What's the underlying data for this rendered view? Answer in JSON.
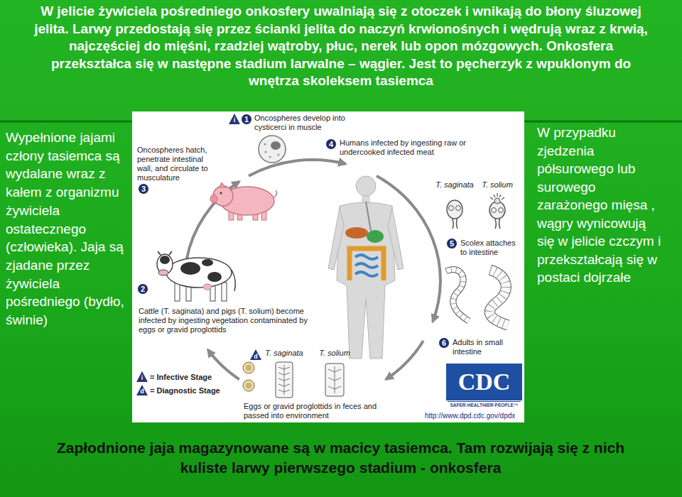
{
  "diagram": {
    "nodes": [
      {
        "text": [
          "1"
        ]
      },
      {
        "text": [
          "2"
        ]
      },
      {
        "text": [
          "3"
        ]
      },
      {
        "text": [
          "4"
        ]
      },
      {
        "text": [
          "5"
        ]
      },
      {
        "text": [
          "6"
        ]
      }
    ],
    "labels": [
      "W jelicie żywiciela pośredniego onkosfery uwalniają się z otoczek i wnikają do błony śluzowej jelita. Larwy przedostają się przez ścianki jelita do naczyń krwionośnych i wędrują wraz z krwią, najczęściej do mięśni, rzadziej wątroby, płuc, nerek lub opon mózgowych. Onkosfera przekształca się w następne stadium larwalne – wągier. Jest to pęcherzyk z wpuklonym do wnętrza skoleksem tasiemca",
      "Wypełnione jajami człony tasiemca są wydalane wraz z kałem z organizmu żywiciela ostatecznego (człowieka). Jaja są zjadane przez żywiciela pośredniego (bydło, świnie)",
      "W przypadku zjedzenia półsurowego lub surowego zarażonego mięsa , wągry wynicowują się w jelicie czczym i przekształcają się w postaci dojrzałe",
      "Zapłodnione jaja magazynowane są w macicy tasiemca. Tam rozwijają się z nich kuliste larwy pierwszego stadium - onkosfera",
      "i",
      "Oncospheres develop into cysticerci in muscle",
      "Humans infected by ingesting raw or undercooked infected meat",
      "Oncospheres hatch, penetrate intestinal wall, and circulate to musculature",
      "T. saginata",
      "T. solium",
      "Scolex attaches to intestine",
      "Cattle (T. saginata) and pigs (T. solium) become infected by ingesting vegetation contaminated by eggs or gravid proglottids",
      "Adults in small intestine",
      "d",
      "T. saginata",
      "T. solium",
      "Eggs or gravid proglottids in feces and passed into environment",
      "i",
      "d",
      "CDC",
      "SAFER·HEALTHIER·PEOPLE™",
      "http://www.dpd.cdc.gov/dpdx"
    ],
    "legend": [
      {
        "text": "= Infective Stage"
      },
      {
        "text": "= Diagnostic Stage"
      }
    ]
  }
}
